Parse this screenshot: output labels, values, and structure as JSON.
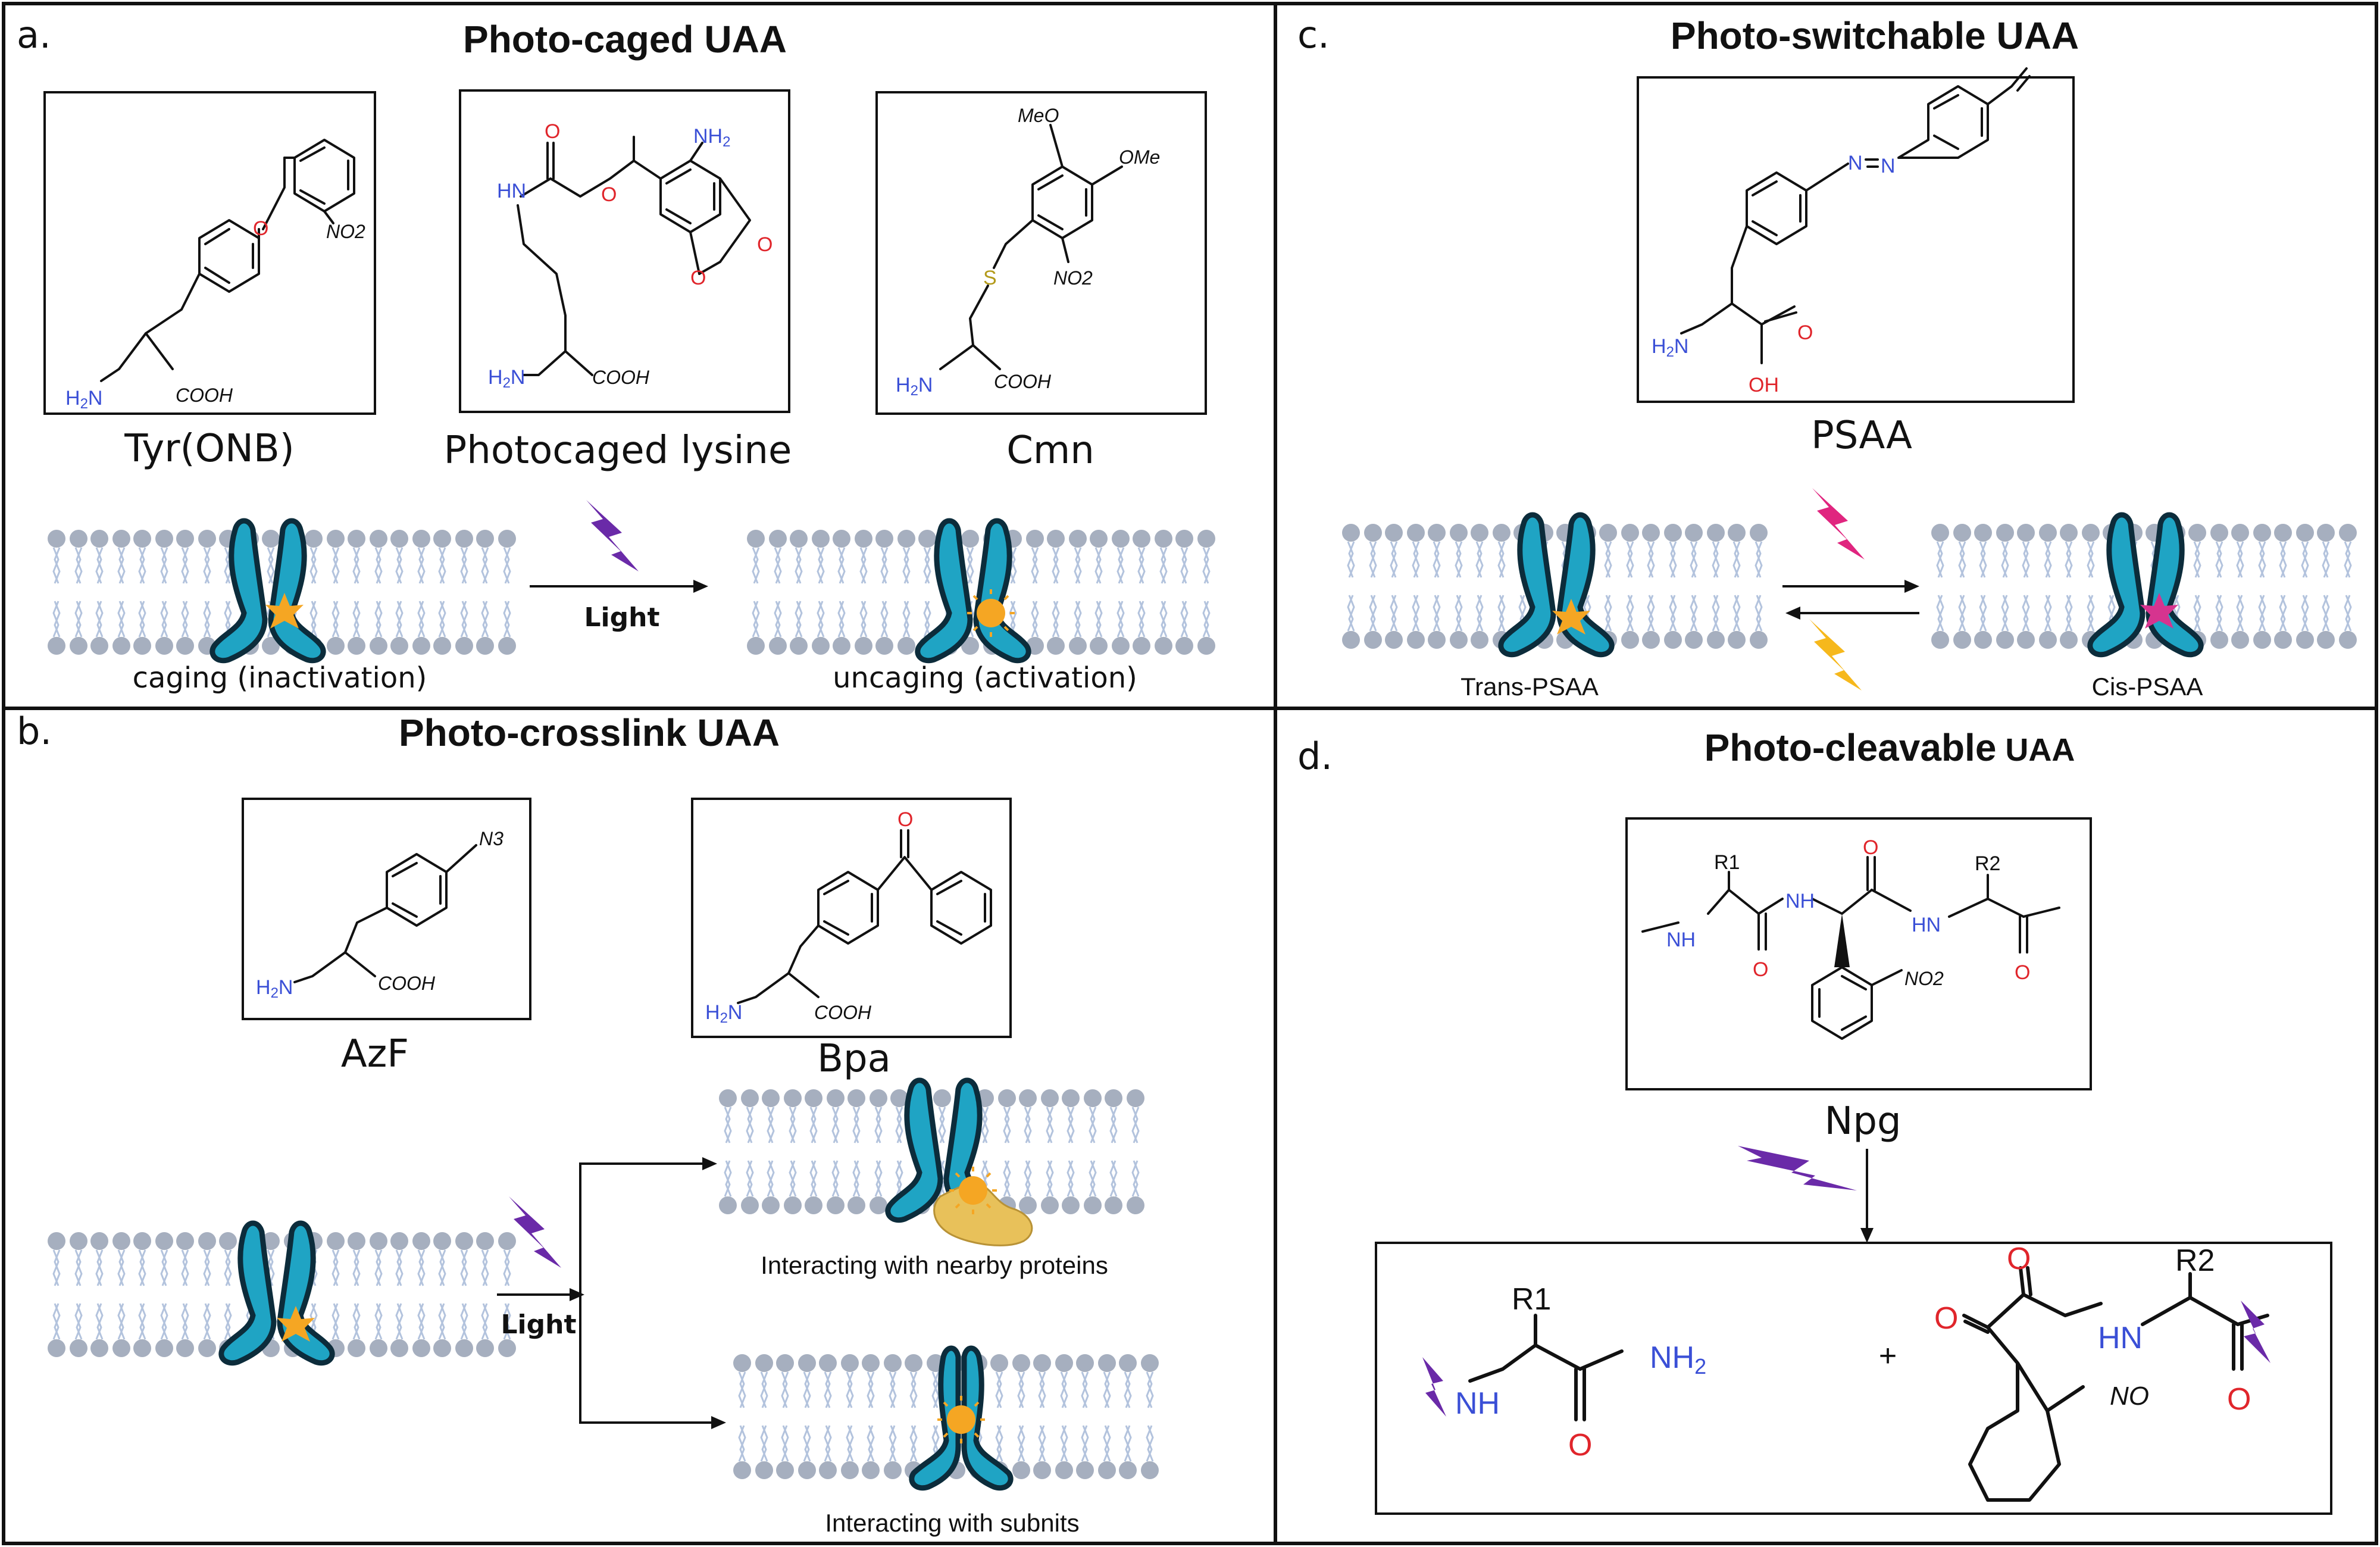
{
  "panels": {
    "a": {
      "label": "a.",
      "title": "Photo-caged UAA",
      "molecules": [
        "Tyr(ONB)",
        "Photocaged lysine",
        "Cmn"
      ],
      "light_label": "Light",
      "left_caption": "caging (inactivation)",
      "right_caption": "uncaging (activation)"
    },
    "b": {
      "label": "b.",
      "title": "Photo-crosslink UAA",
      "molecules": [
        "AzF",
        "Bpa"
      ],
      "light_label": "Light",
      "top_caption": "Interacting with nearby proteins",
      "bottom_caption": "Interacting with subnits"
    },
    "c": {
      "label": "c.",
      "title": "Photo-switchable UAA",
      "molecules": [
        "PSAA"
      ],
      "left_caption": "Trans-PSAA",
      "right_caption": "Cis-PSAA"
    },
    "d": {
      "label": "d.",
      "title_bold": "Photo-cleavable",
      "title_rest": " UAA",
      "molecules": [
        "Npg"
      ]
    }
  },
  "atoms": {
    "nh2": "NH",
    "h2n": "H",
    "two": "2",
    "cooh": "COOH",
    "o": "O",
    "no2": "NO2",
    "hn": "HN",
    "meo": "MeO",
    "ome": "OMe",
    "s": "S",
    "n3": "N3",
    "n": "N",
    "oh": "OH",
    "r1": "R1",
    "r2": "R2",
    "nh": "NH",
    "no": "NO",
    "plus": "+"
  },
  "colors": {
    "protein": "#1fa4c4",
    "protein_outline": "#0c2c3b",
    "lipid_head": "#a6afbf",
    "lipid_tail": "#b3c3dd",
    "uaa_star": "#f5a623",
    "uaa_cis": "#d6348f",
    "bolt_purple": "#6a2aa8",
    "bolt_pink": "#e0257f",
    "bolt_yellow": "#f6b81c",
    "blob": "#e8c15a",
    "nitrogen": "#3a4fd6",
    "oxygen": "#e0252b"
  }
}
